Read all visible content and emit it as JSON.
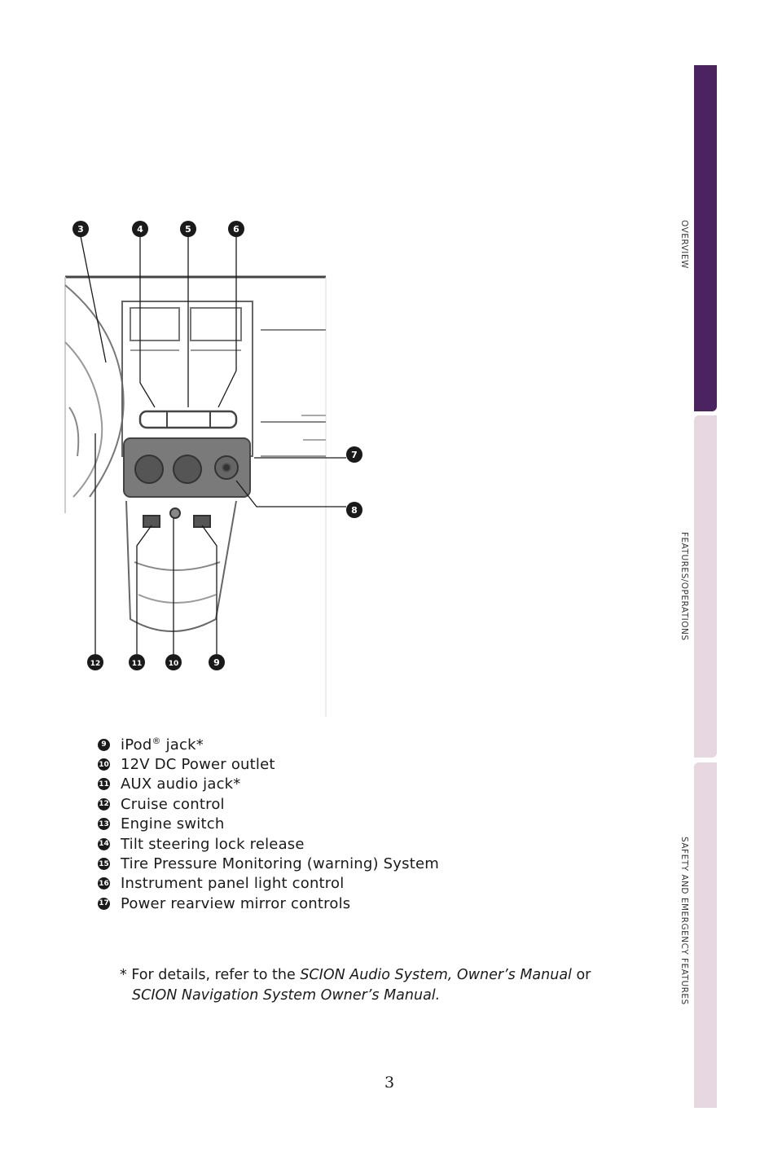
{
  "tabs": [
    {
      "label": "OVERVIEW"
    },
    {
      "label": "FEATURES/OPERATIONS"
    },
    {
      "label": "SAFETY AND EMERGENCY FEATURES"
    }
  ],
  "diagram": {
    "callouts_top": [
      "3",
      "4",
      "5",
      "6"
    ],
    "callouts_right": [
      "7",
      "8"
    ],
    "callouts_bottom": [
      "12",
      "11",
      "10",
      "9"
    ]
  },
  "legend": [
    {
      "num": "9",
      "text": "iPod",
      "sup": "®",
      "text2": " jack*"
    },
    {
      "num": "10",
      "text": "12V DC Power outlet"
    },
    {
      "num": "11",
      "text": "AUX audio jack*"
    },
    {
      "num": "12",
      "text": "Cruise control"
    },
    {
      "num": "13",
      "text": "Engine switch"
    },
    {
      "num": "14",
      "text": "Tilt steering lock release"
    },
    {
      "num": "15",
      "text": "Tire Pressure Monitoring (warning) System"
    },
    {
      "num": "16",
      "text": "Instrument panel light control"
    },
    {
      "num": "17",
      "text": "Power rearview mirror controls"
    }
  ],
  "footnote": {
    "prefix": "* For details, refer to the ",
    "italic1": "SCION Audio System, Owner’s Manual",
    "mid": " or",
    "italic2": "SCION Navigation System Owner’s Manual",
    "suffix": "."
  },
  "page_number": "3"
}
